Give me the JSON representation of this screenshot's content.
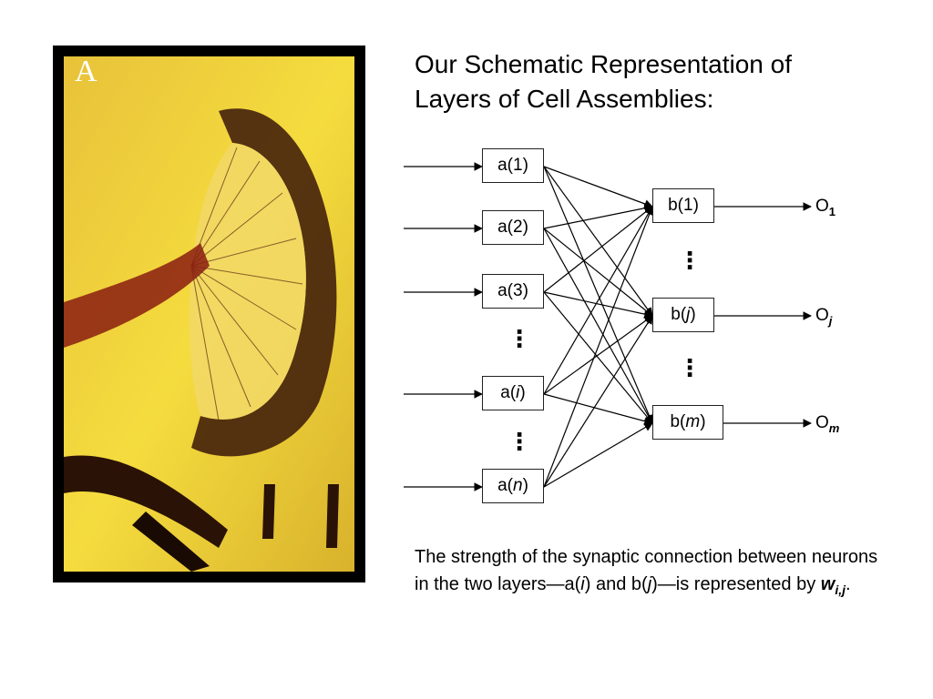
{
  "slide": {
    "title_line1": "Our Schematic Representation of",
    "title_line2": "Layers of Cell Assemblies:",
    "panel_letter": "A",
    "caption": {
      "p1": "The strength of the synaptic connection between  neurons in the two layers—a(",
      "p1_i": "i",
      "p2": ") and b(",
      "p2_j": "j",
      "p3": ")—is represented by ",
      "w": "w",
      "w_sub": "i,j",
      "p4": "."
    }
  },
  "network": {
    "input_nodes": [
      {
        "pre": "a(",
        "var": "1",
        "italic": false,
        "post": ")"
      },
      {
        "pre": "a(",
        "var": "2",
        "italic": false,
        "post": ")"
      },
      {
        "pre": "a(",
        "var": "3",
        "italic": false,
        "post": ")"
      },
      {
        "pre": "a(",
        "var": "i",
        "italic": true,
        "post": ")"
      },
      {
        "pre": "a(",
        "var": "n",
        "italic": true,
        "post": ")"
      }
    ],
    "output_nodes": [
      {
        "pre": "b(",
        "var": "1",
        "italic": false,
        "post": ")"
      },
      {
        "pre": "b(",
        "var": "j",
        "italic": true,
        "post": ")"
      },
      {
        "pre": "b(",
        "var": "m",
        "italic": true,
        "post": ")"
      }
    ],
    "outputs": [
      {
        "base": "O",
        "sub": "1"
      },
      {
        "base": "O",
        "sub": "j"
      },
      {
        "base": "O",
        "sub": "m"
      }
    ],
    "ellipsis": "⋮"
  }
}
